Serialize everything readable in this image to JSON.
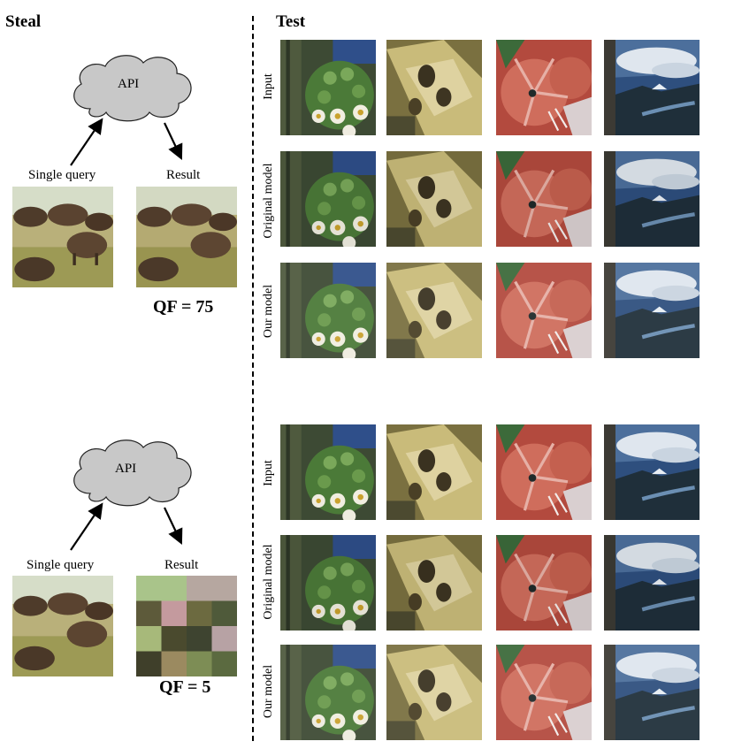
{
  "steal": {
    "heading": "Steal"
  },
  "test": {
    "heading": "Test"
  },
  "panels": [
    {
      "cloud_label": "API",
      "query_label": "Single query",
      "result_label": "Result",
      "qf_label": "QF = 75",
      "rows": [
        "Input",
        "Original model",
        "Our model"
      ]
    },
    {
      "cloud_label": "API",
      "query_label": "Single query",
      "result_label": "Result",
      "qf_label": "QF = 5",
      "rows": [
        "Input",
        "Original model",
        "Our model"
      ]
    }
  ],
  "test_images": [
    "cactus-flower",
    "driftwood",
    "red-coral",
    "mountain-lake"
  ]
}
